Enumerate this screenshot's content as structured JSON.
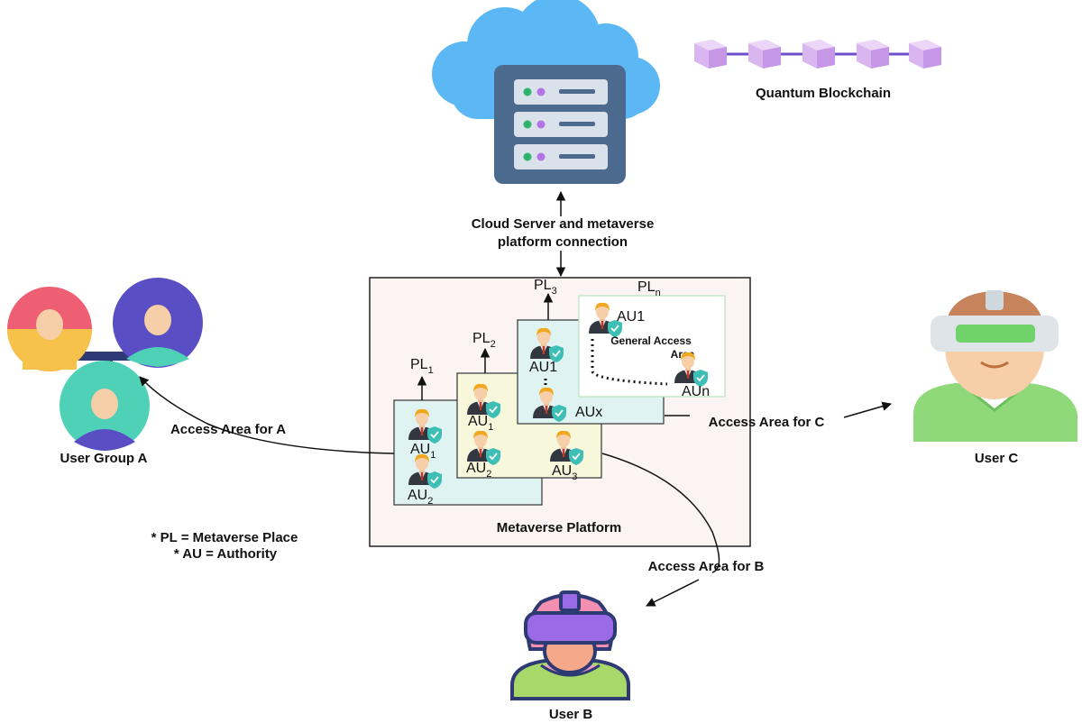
{
  "labels": {
    "quantum_blockchain": "Quantum Blockchain",
    "cloud_connection_line1": "Cloud Server and metaverse",
    "cloud_connection_line2": "platform connection",
    "metaverse_platform": "Metaverse Platform",
    "user_group_a": "User Group A",
    "user_b": "User B",
    "user_c": "User C",
    "access_area_a": "Access Area for A",
    "access_area_b": "Access Area for B",
    "access_area_c": "Access Area for C",
    "legend_pl": "* PL = Metaverse Place",
    "legend_au": "* AU = Authority",
    "general_access_line1": "General Access",
    "general_access_line2": "Area"
  },
  "places": {
    "pl1": {
      "base": "PL",
      "sub": "1"
    },
    "pl2": {
      "base": "PL",
      "sub": "2"
    },
    "pl3": {
      "base": "PL",
      "sub": "3"
    },
    "pln": {
      "base": "PL",
      "sub": "n"
    }
  },
  "authorities": {
    "pl1_a": {
      "base": "AU",
      "sub": "1"
    },
    "pl1_b": {
      "base": "AU",
      "sub": "2"
    },
    "pl2_a": {
      "base": "AU",
      "sub": "1"
    },
    "pl2_b": {
      "base": "AU",
      "sub": "2"
    },
    "pl2_c": {
      "base": "AU",
      "sub": "3"
    },
    "pl3_a": "AU1",
    "pl3_x": "AUx",
    "pln_a": "AU1",
    "pln_n": "AUn"
  },
  "colors": {
    "pl1_fill": "#dff3f3",
    "pl2_fill": "#f7f7dc",
    "pl3_fill": "#dff3f3",
    "pln_fill": "#ffffff",
    "platform_fill": "#fcf3f3",
    "cloud": "#5bb8f5",
    "server": "#4c6a8d",
    "blockchain": "#d9b6ef"
  }
}
